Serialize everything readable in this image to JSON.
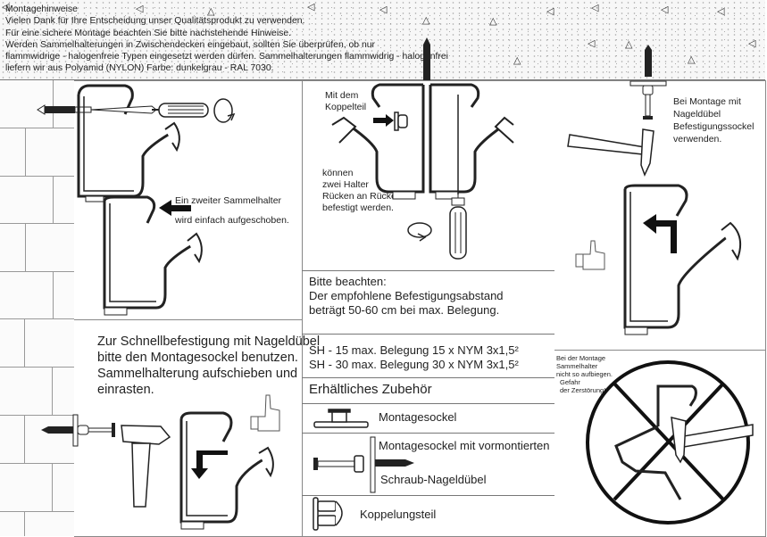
{
  "header": {
    "title": "Montagehinweise",
    "lines": [
      "Vielen Dank für Ihre Entscheidung unser Qualitätsprodukt zu verwenden.",
      "Für eine sichere Montage beachten Sie bitte nachstehende Hinweise.",
      "Werden Sammelhalterungen in Zwischendecken eingebaut, sollten Sie überprüfen, ob nur",
      "flammwidrige - halogenfreie Typen eingesetzt werden dürfen. Sammelhalterungen flammwidrig - halogenfrei",
      "liefern wir aus Polyamid (NYLON) Farbe: dunkelgrau - RAL 7030."
    ]
  },
  "panels": {
    "wall_mount": {
      "caption_lines": [
        "Ein zweiter Sammelhalter",
        "wird einfach aufgeschoben."
      ]
    },
    "quick_mount": {
      "caption_lines": [
        "Zur Schnellbefestigung mit Nageldübel",
        "bitte den Montagesockel benutzen.",
        "Sammelhalterung aufschieben und",
        "einrasten."
      ]
    },
    "coupling": {
      "caption_top_lines": [
        "Mit dem",
        "Koppelteil"
      ],
      "caption_bottom_lines": [
        "können",
        "zwei Halter",
        "Rücken an Rücken",
        "befestigt werden."
      ]
    },
    "ceiling_mount": {
      "caption_lines": [
        "Bei Montage mit",
        "Nageldübel",
        "Befestigungssockel",
        "verwenden."
      ]
    },
    "warning": {
      "caption_lines": [
        "Bei der Montage",
        "Sammelhalter",
        "nicht so aufbiegen.",
        "Gefahr",
        "der Zerstörung!"
      ]
    }
  },
  "notes": {
    "spacing_lines": [
      "Bitte beachten:",
      "Der empfohlene Befestigungsabstand",
      "beträgt 50-60 cm bei max. Belegung."
    ],
    "capacity_lines": [
      "SH - 15 max. Belegung 15 x NYM 3x1,5²",
      "SH - 30 max. Belegung 30 x NYM 3x1,5²"
    ]
  },
  "accessories": {
    "heading": "Erhältliches Zubehör",
    "items": [
      {
        "icon": "mounting-base-icon",
        "label": "Montagesockel"
      },
      {
        "icon": "base-with-dowel-icon",
        "label_lines": [
          "Montagesockel mit vormontierten",
          "Schraub-Nageldübel"
        ]
      },
      {
        "icon": "coupling-part-icon",
        "label": "Koppelungsteil"
      }
    ]
  }
}
